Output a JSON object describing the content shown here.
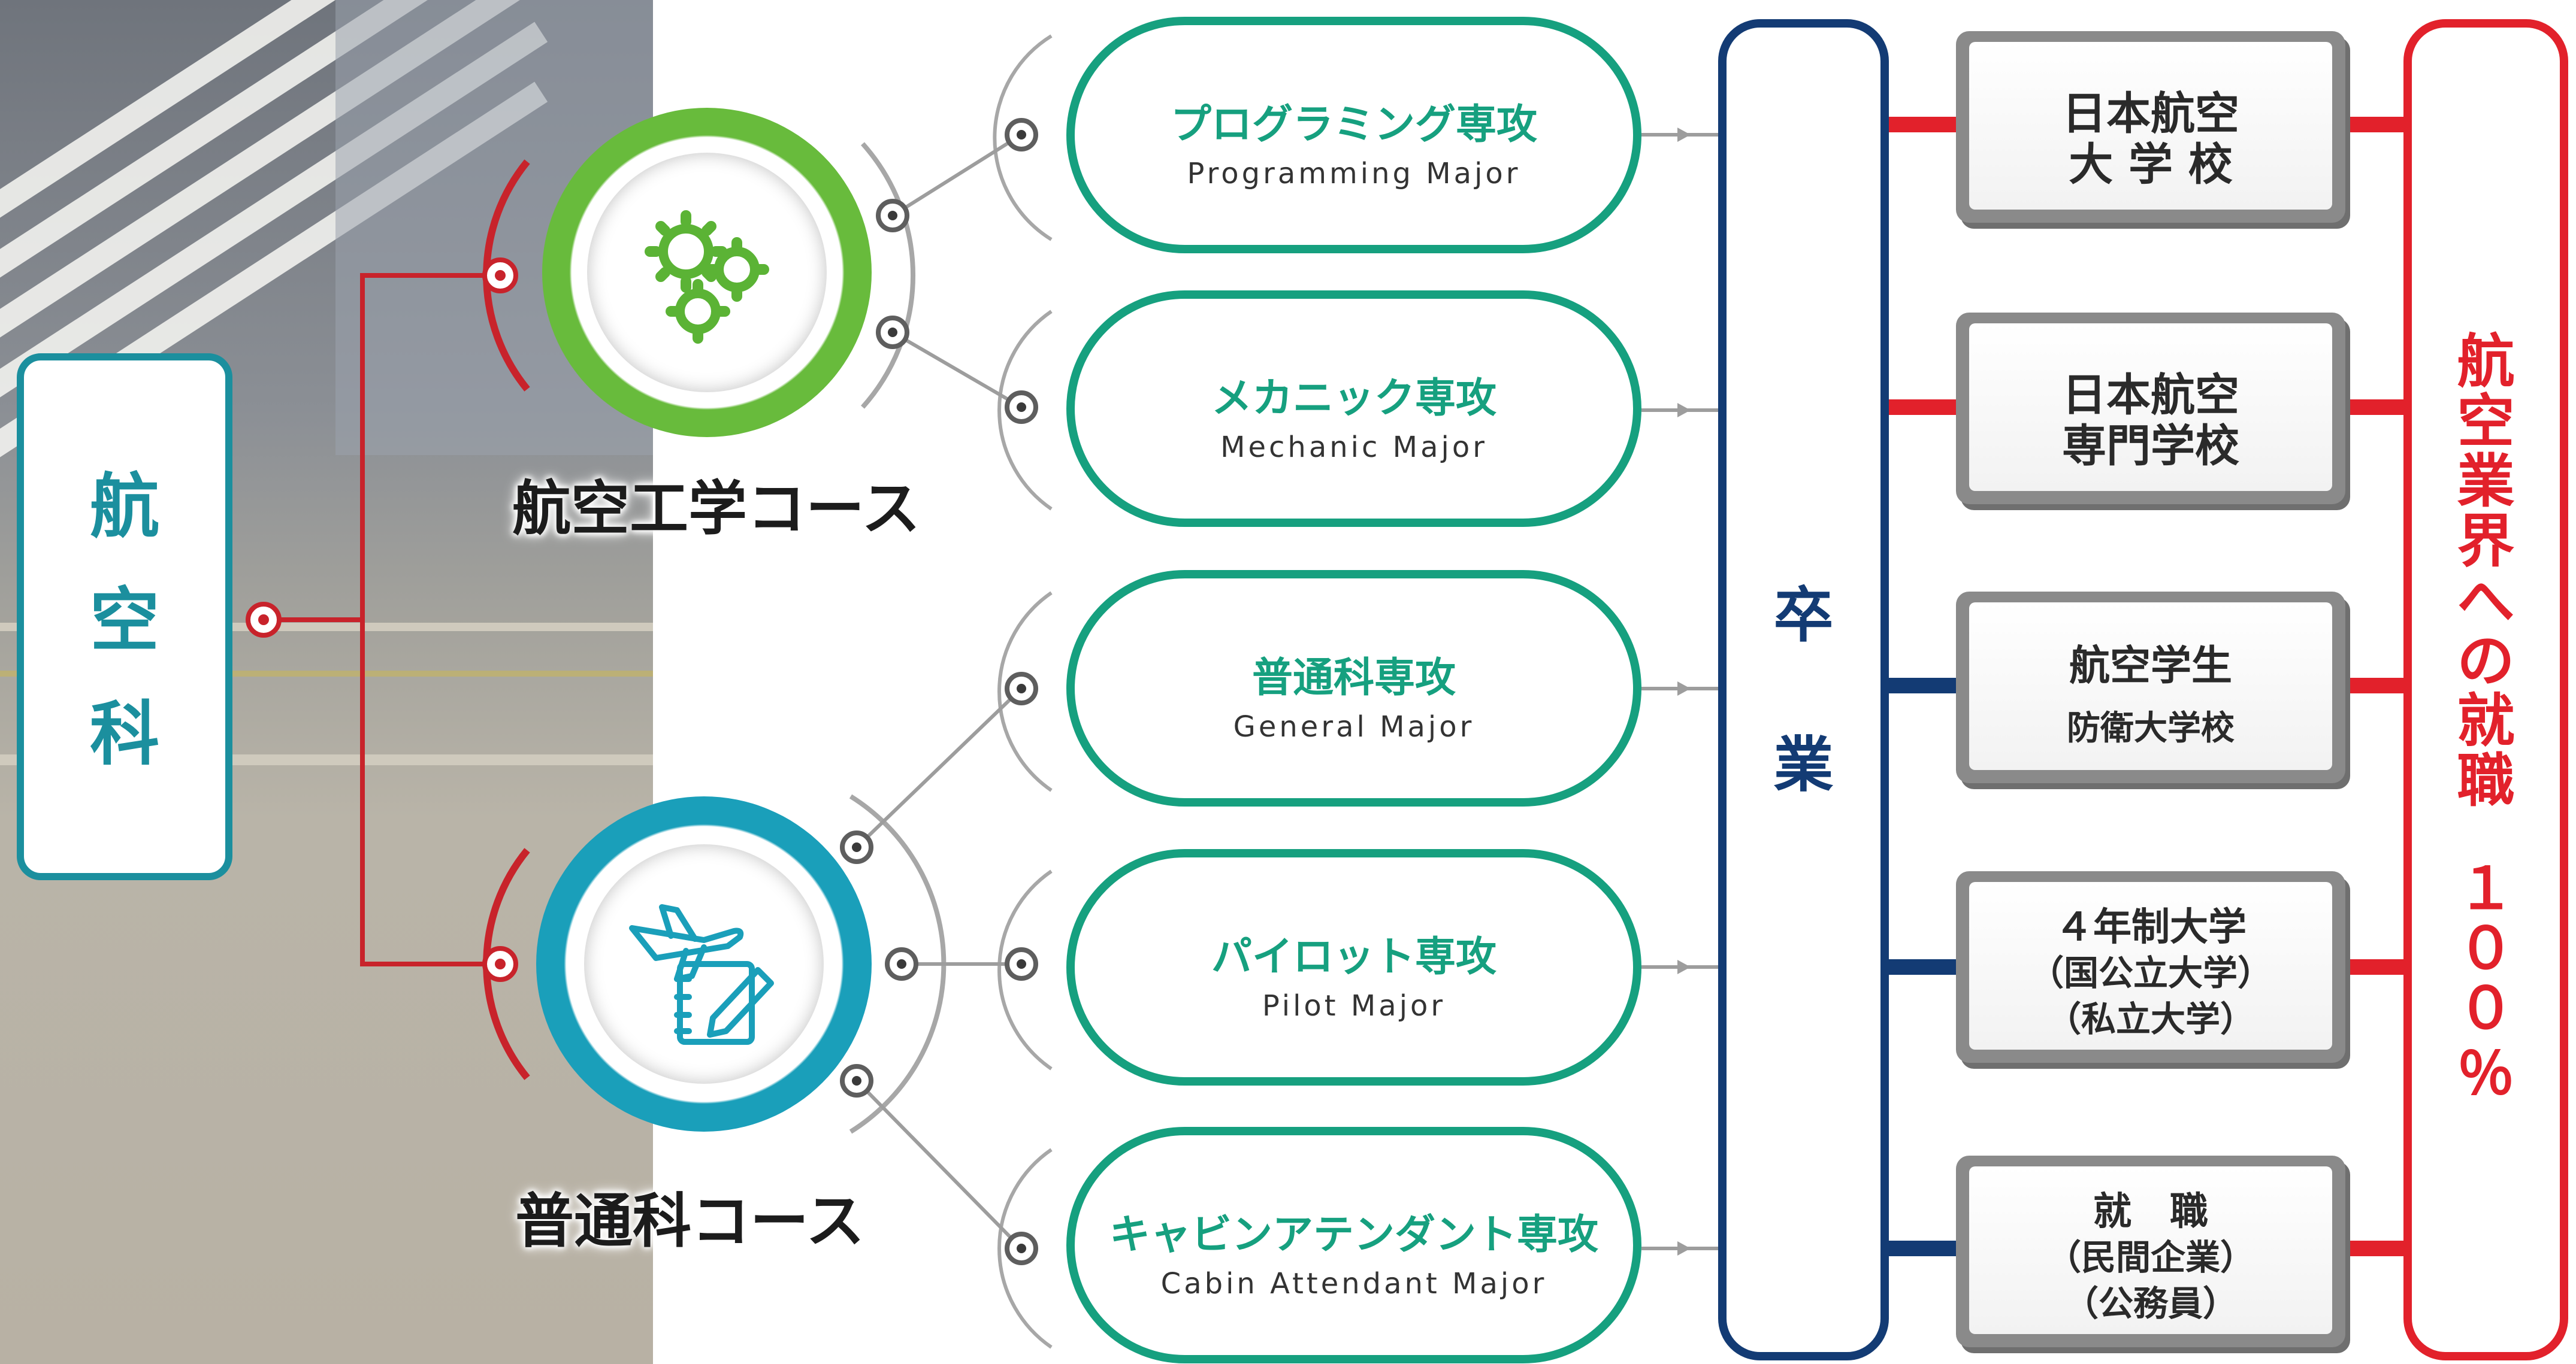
{
  "department": {
    "chars": [
      "航",
      "空",
      "科"
    ]
  },
  "courses": [
    {
      "label": "航空工学コース",
      "icon": "gears-icon",
      "color": "#5bb335"
    },
    {
      "label": "普通科コース",
      "icon": "airplane-notebook-icon",
      "color": "#1a9fba"
    }
  ],
  "majors": [
    {
      "jp": "プログラミング専攻",
      "en": "Programming Major"
    },
    {
      "jp": "メカニック専攻",
      "en": "Mechanic Major"
    },
    {
      "jp": "普通科専攻",
      "en": "General Major"
    },
    {
      "jp": "パイロット専攻",
      "en": "Pilot Major"
    },
    {
      "jp": "キャビンアテンダント専攻",
      "en": "Cabin Attendant Major"
    }
  ],
  "graduation": {
    "chars": [
      "卒",
      "業"
    ]
  },
  "destinations": [
    {
      "lines": [
        "日本航空",
        "大 学 校"
      ],
      "connector_color": "#e2212b"
    },
    {
      "lines": [
        "日本航空",
        "専門学校"
      ],
      "connector_color": "#e2212b"
    },
    {
      "lines": [
        "航空学生",
        "防衛大学校"
      ],
      "connector_color": "#133b74"
    },
    {
      "lines": [
        "４年制大学",
        "（国公立大学）",
        "（私立大学）"
      ],
      "connector_color": "#133b74"
    },
    {
      "lines": [
        "就　職",
        "（民間企業）",
        "（公務員）"
      ],
      "connector_color": "#133b74"
    }
  ],
  "employment": {
    "chars": [
      "航",
      "空",
      "業",
      "界",
      "へ",
      "の",
      "就",
      "職",
      "１",
      "０",
      "０",
      "％"
    ]
  },
  "colors": {
    "teal": "#1b8f9e",
    "green": "#16a07f",
    "navy": "#133b74",
    "red": "#e2212b",
    "gear_green": "#5bb335",
    "plane_blue": "#1a9fba"
  }
}
